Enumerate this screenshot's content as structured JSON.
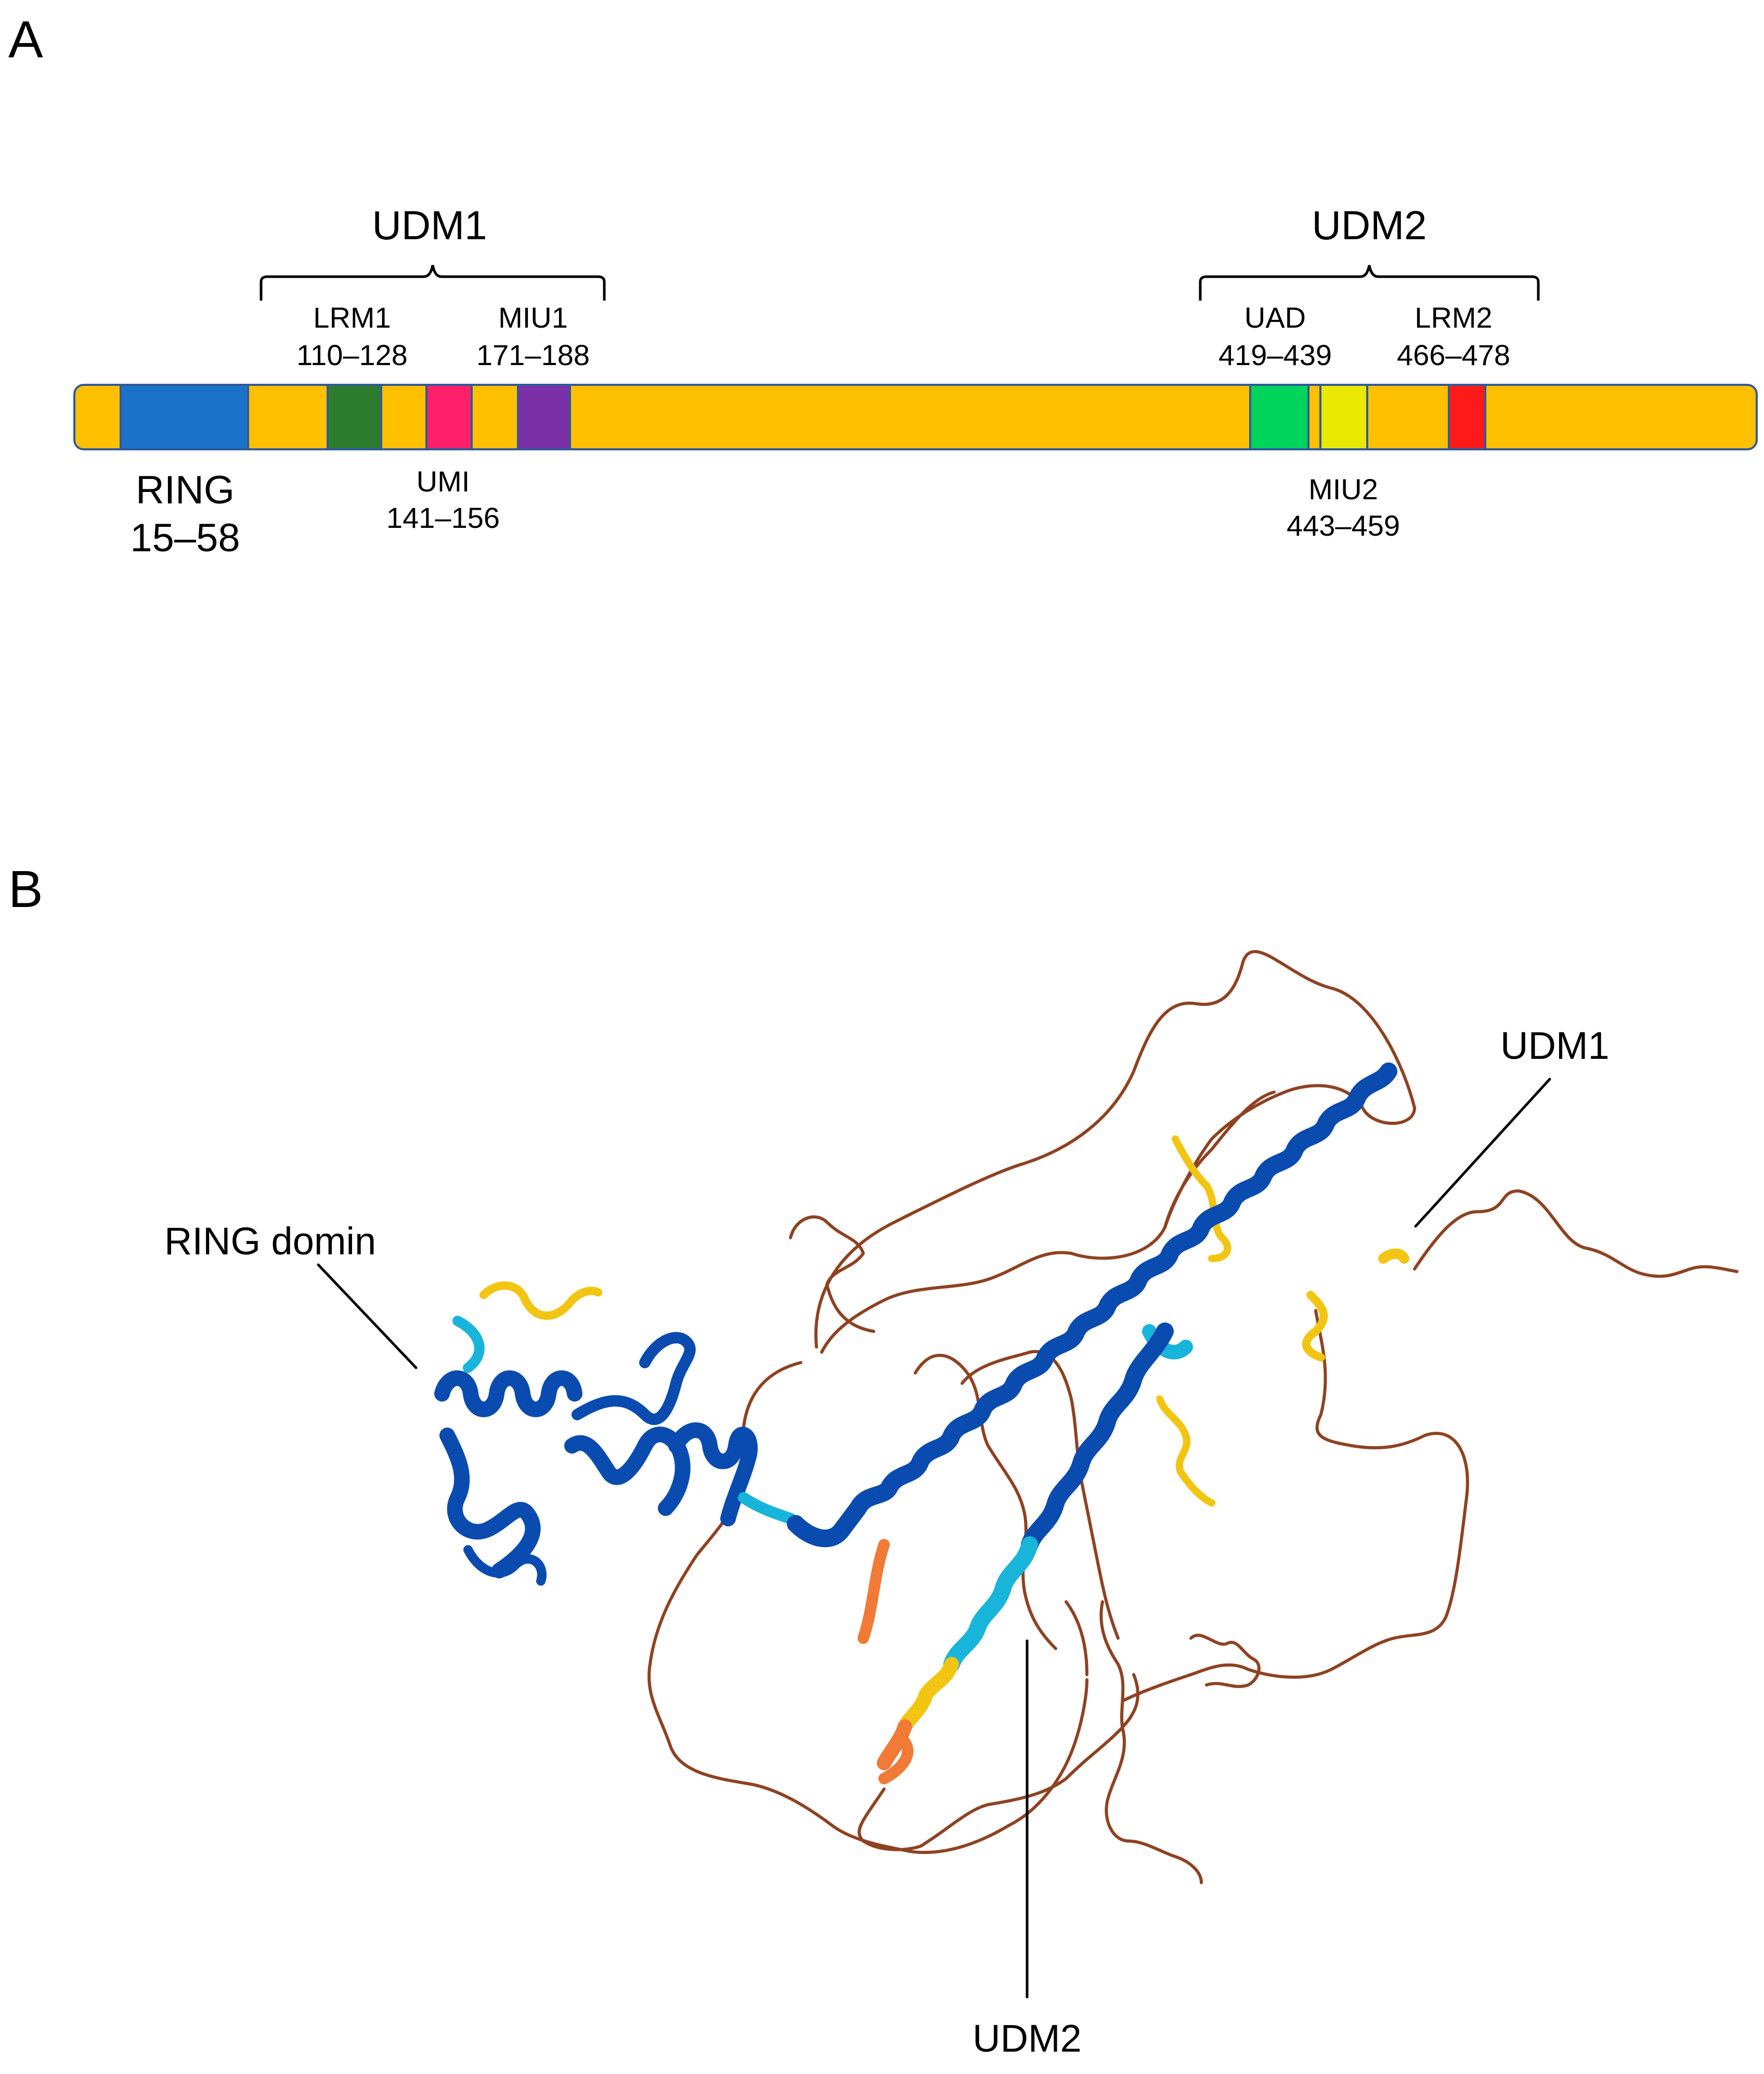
{
  "panels": {
    "a": "A",
    "b": "B"
  },
  "colors": {
    "bar": "#FFC000",
    "bar_border": "#2E5A9C",
    "RING": "#1C72C8",
    "LRM1": "#2E7D2E",
    "UMI": "#FF1F6B",
    "MIU1": "#7B2FA6",
    "UAD": "#00D45A",
    "MIU2": "#E8E800",
    "LRM2": "#FF1A1A",
    "helix_dark": "#0A4BB0",
    "helix_light": "#19B4DA",
    "strand_yellow": "#F2C512",
    "strand_orange": "#F07A36",
    "loop": "#8E4222"
  },
  "domain_map": {
    "groups": [
      {
        "name": "UDM1"
      },
      {
        "name": "UDM2"
      }
    ],
    "domains": [
      {
        "key": "RING",
        "name": "RING",
        "range": "15–58"
      },
      {
        "key": "LRM1",
        "name": "LRM1",
        "range": "110–128"
      },
      {
        "key": "UMI",
        "name": "UMI",
        "range": "141–156"
      },
      {
        "key": "MIU1",
        "name": "MIU1",
        "range": "171–188"
      },
      {
        "key": "UAD",
        "name": "UAD",
        "range": "419–439"
      },
      {
        "key": "MIU2",
        "name": "MIU2",
        "range": "443–459"
      },
      {
        "key": "LRM2",
        "name": "LRM2",
        "range": "466–478"
      }
    ]
  },
  "structure": {
    "labels": {
      "ring": "RING domin",
      "udm1": "UDM1",
      "udm2": "UDM2"
    }
  }
}
